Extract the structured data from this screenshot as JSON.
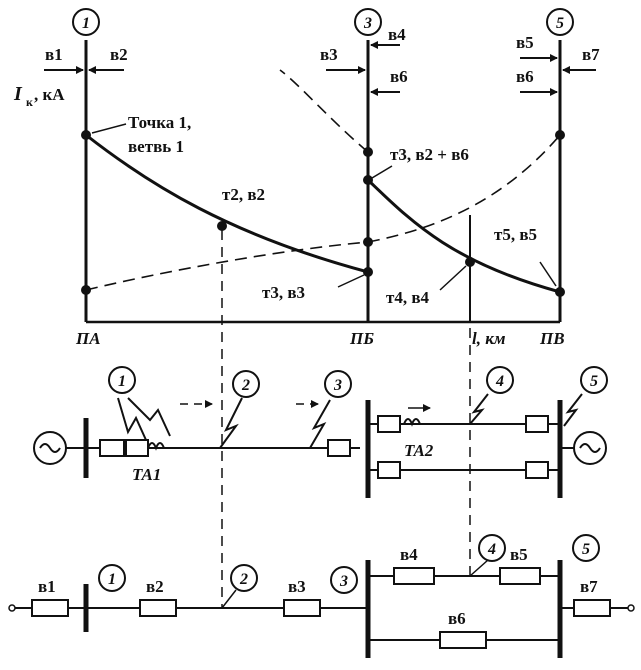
{
  "nodes": {
    "n1": "1",
    "n2": "2",
    "n3": "3",
    "n4": "4",
    "n5": "5"
  },
  "graph": {
    "y_axis_label_main": "I",
    "y_axis_label_sub": "к",
    "y_axis_label_unit": ", кА",
    "x_axis_label": "l, км",
    "bus_PA": "ПА",
    "bus_PB": "ПБ",
    "bus_PV": "ПВ",
    "point1_line1": "Точка 1,",
    "point1_line2": "ветвь 1",
    "t2": "т2, в2",
    "t3_v2v6": "т3, в2 + в6",
    "t3_v3": "т3, в3",
    "t4": "т4, в4",
    "t5": "т5, в5",
    "top_v1": "в1",
    "top_v2": "в2",
    "top_v3": "в3",
    "top_v4": "в4",
    "top_v6": "в6",
    "top_v5": "в5",
    "top_v6b": "в6",
    "top_v7": "в7"
  },
  "scheme": {
    "ta1": "TA1",
    "ta2": "TA2"
  },
  "equivalent": {
    "b1": "в1",
    "b2": "в2",
    "b3": "в3",
    "b4": "в4",
    "b5": "в5",
    "b6": "в6",
    "b7": "в7"
  },
  "colors": {
    "ink": "#111111",
    "background": "#ffffff"
  }
}
